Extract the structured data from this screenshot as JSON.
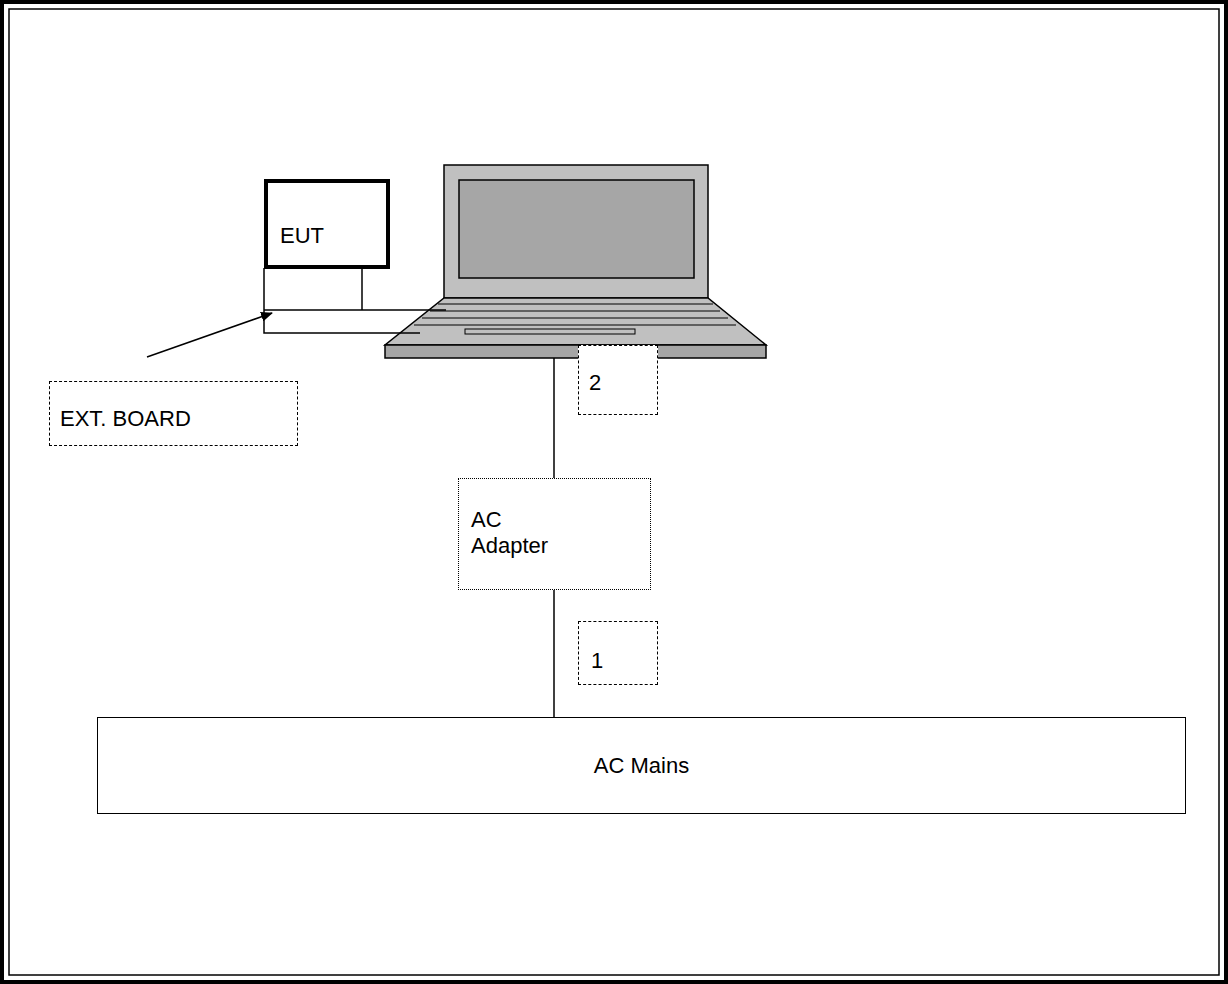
{
  "diagram": {
    "nodes": [
      {
        "text": [
          "EUT"
        ]
      },
      {
        "text": [
          "EXT. BOARD"
        ]
      },
      {
        "text": [
          "2"
        ]
      },
      {
        "text": [
          "AC Adapter"
        ]
      },
      {
        "text": [
          "1"
        ]
      },
      {
        "text": [
          "AC Mains"
        ]
      }
    ],
    "edges": [
      {
        "from": 3,
        "to": 5,
        "arrow": "none"
      }
    ]
  }
}
